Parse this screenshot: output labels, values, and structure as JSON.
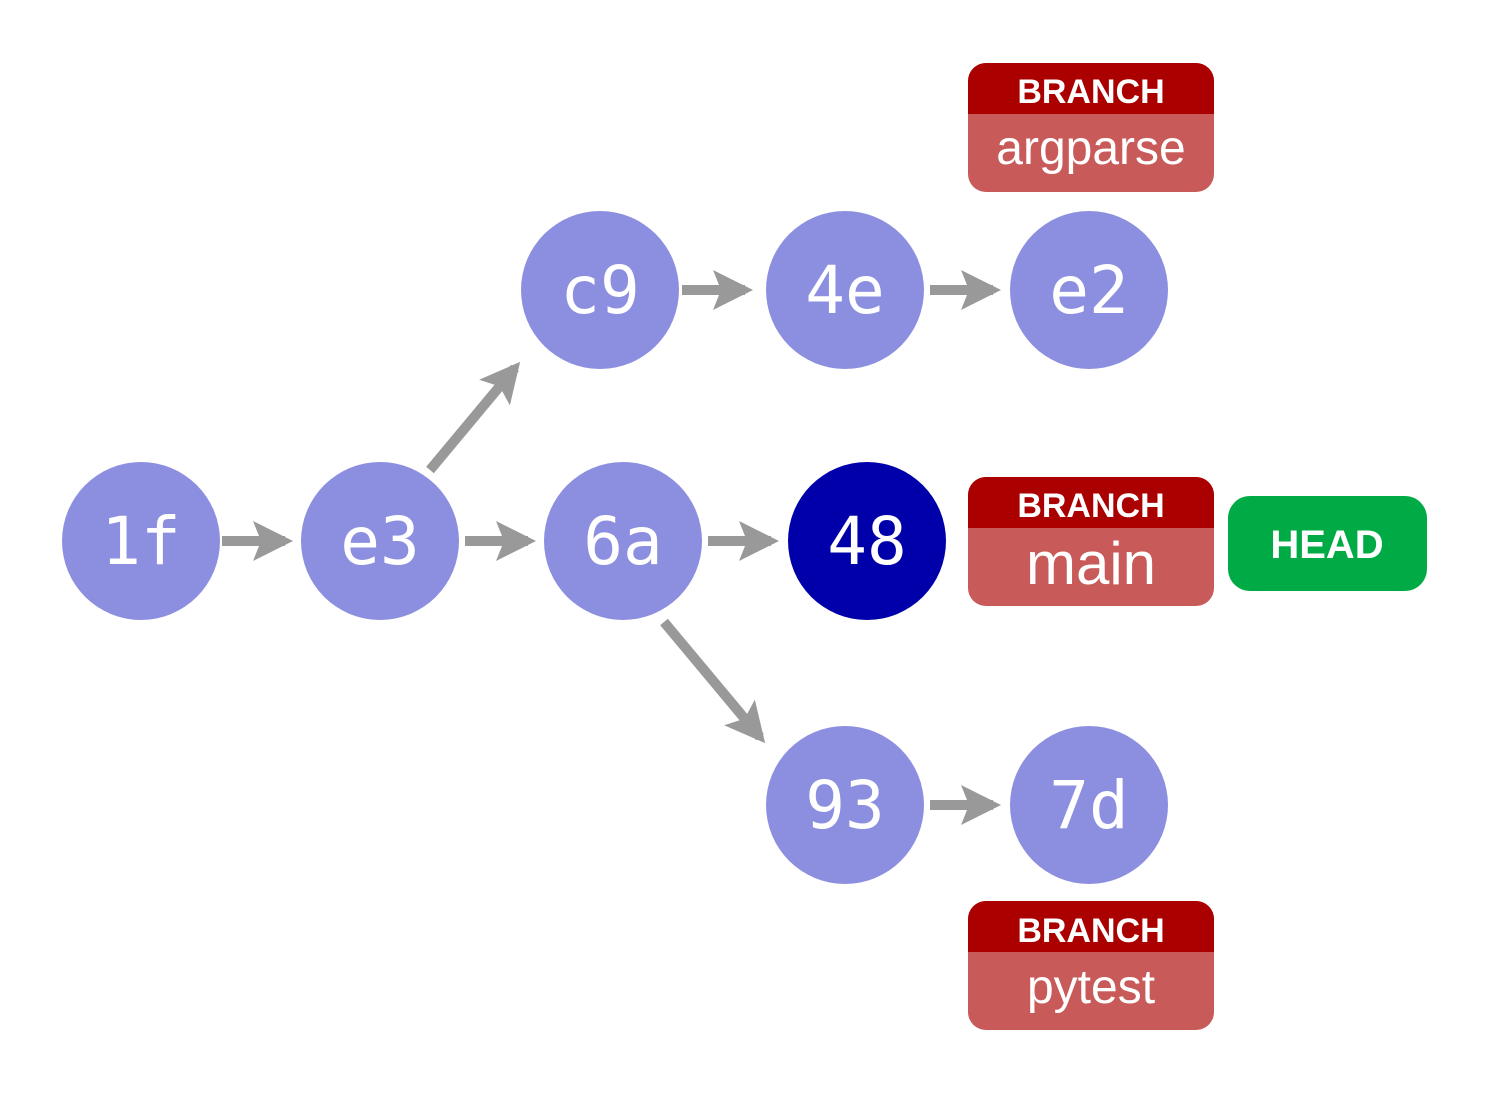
{
  "colors": {
    "commit": "#8c8fe0",
    "head_commit": "#0000aa",
    "arrow": "#999999",
    "branch_header": "#aa0000",
    "branch_body": "#c85a5a",
    "head": "#00aa44"
  },
  "commits": {
    "c1f": "1f",
    "ce3": "e3",
    "cc9": "c9",
    "c4e": "4e",
    "ce2": "e2",
    "c6a": "6a",
    "c48": "48",
    "c93": "93",
    "c7d": "7d"
  },
  "branches": {
    "argparse": {
      "header": "BRANCH",
      "name": "argparse"
    },
    "main": {
      "header": "BRANCH",
      "name": "main"
    },
    "pytest": {
      "header": "BRANCH",
      "name": "pytest"
    }
  },
  "head": {
    "label": "HEAD"
  }
}
